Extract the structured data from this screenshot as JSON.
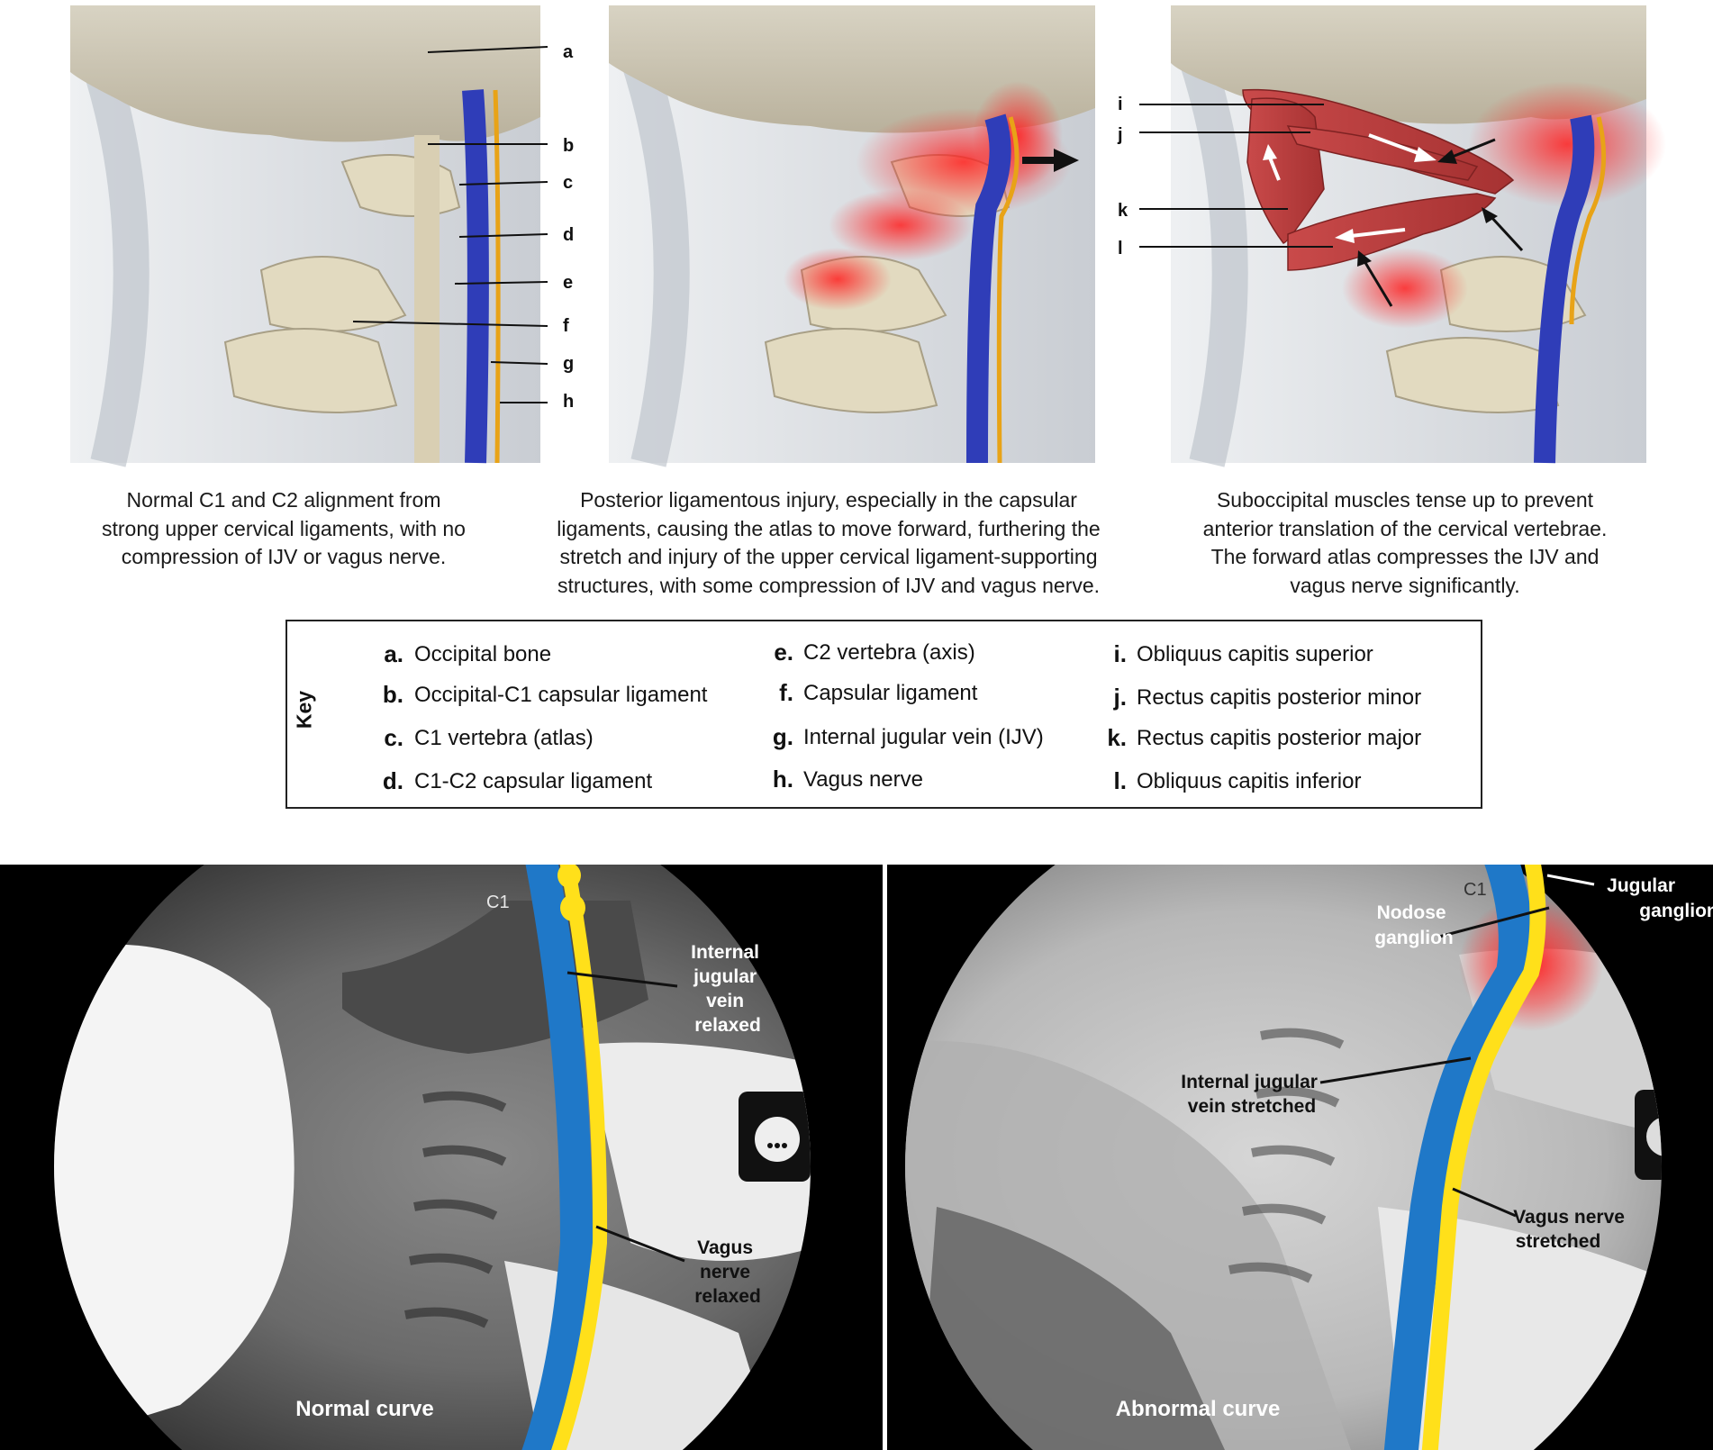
{
  "labels": [
    "a",
    "b",
    "c",
    "d",
    "e",
    "f",
    "g",
    "h",
    "i",
    "j",
    "k",
    "l"
  ],
  "captions": {
    "panel1": [
      "Normal C1 and C2 alignment from",
      "strong upper cervical ligaments, with no",
      "compression of IJV or vagus nerve."
    ],
    "panel2": [
      "Posterior ligamentous injury, especially in the capsular",
      "ligaments, causing the atlas to move forward, furthering the",
      "stretch and injury of the upper cervical ligament-supporting",
      "structures, with some compression of IJV and vagus nerve."
    ],
    "panel3": [
      "Suboccipital muscles tense up to prevent",
      "anterior translation of the cervical vertebrae.",
      "The forward atlas compresses the IJV and",
      "vagus nerve significantly."
    ]
  },
  "key": {
    "title": "Key",
    "items": [
      {
        "letter": "a.",
        "text": "Occipital bone"
      },
      {
        "letter": "b.",
        "text": "Occipital-C1 capsular ligament"
      },
      {
        "letter": "c.",
        "text": "C1 vertebra (atlas)"
      },
      {
        "letter": "d.",
        "text": "C1-C2 capsular ligament"
      },
      {
        "letter": "e.",
        "text": "C2 vertebra (axis)"
      },
      {
        "letter": "f.",
        "text": "Capsular ligament"
      },
      {
        "letter": "g.",
        "text": "Internal jugular vein (IJV)"
      },
      {
        "letter": "h.",
        "text": "Vagus nerve"
      },
      {
        "letter": "i.",
        "text": "Obliquus capitis superior"
      },
      {
        "letter": "j.",
        "text": "Rectus capitis posterior minor"
      },
      {
        "letter": "k.",
        "text": "Rectus capitis posterior major"
      },
      {
        "letter": "l.",
        "text": "Obliquus capitis inferior"
      }
    ]
  },
  "xray_left": {
    "c1": "C1",
    "ijv": [
      "Internal",
      "jugular",
      "vein",
      "relaxed"
    ],
    "vagus": [
      "Vagus",
      "nerve",
      "relaxed"
    ],
    "title": "Normal curve"
  },
  "xray_right": {
    "c1": "C1",
    "jugular": [
      "Jugular",
      "ganglion"
    ],
    "nodose": [
      "Nodose",
      "ganglion"
    ],
    "ijv": [
      "Internal jugular",
      "vein stretched"
    ],
    "vagus": [
      "Vagus nerve",
      "stretched"
    ],
    "title": "Abnormal curve"
  },
  "colors": {
    "vein": "#2f3db8",
    "nerve": "#e8a317",
    "xray_vein": "#1f78c8",
    "xray_nerve": "#ffe01a",
    "inflammation": "#ff2a2a",
    "muscle": "#b83a3a"
  }
}
